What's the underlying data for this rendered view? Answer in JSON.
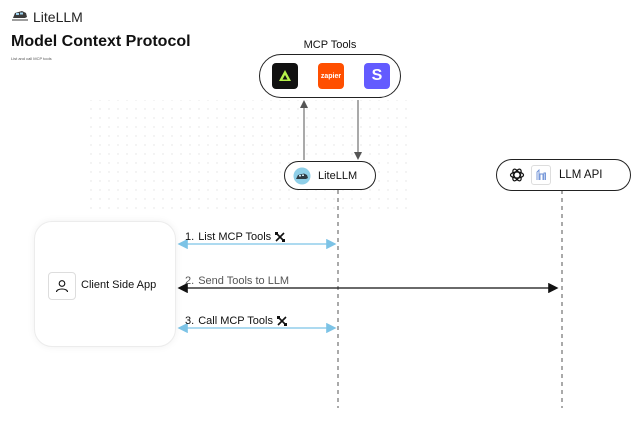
{
  "brand": {
    "name": "LiteLLM",
    "icon": "train-icon"
  },
  "header": {
    "title": "Model Context Protocol",
    "subtitle": "List and call MCP tools"
  },
  "mcp_tools": {
    "label": "MCP Tools",
    "icons": [
      "arcade-logo-icon",
      "zapier-logo-icon",
      "stripe-logo-icon"
    ],
    "zapier_text": "zapier",
    "stripe_text": "S"
  },
  "nodes": {
    "litellm": {
      "label": "LiteLLM",
      "icon": "litellm-logo-icon"
    },
    "llm_api": {
      "label": "LLM API",
      "icons": [
        "openai-logo-icon",
        "llama-logo-icon"
      ]
    },
    "client": {
      "label": "Client Side App",
      "icon": "user-icon"
    }
  },
  "messages": [
    {
      "step": "1.",
      "text": "List MCP Tools",
      "icon": "tools-icon",
      "color": "#7cc3e6"
    },
    {
      "step": "2.",
      "text": "Send Tools to LLM",
      "icon": "",
      "color": "#111111"
    },
    {
      "step": "3.",
      "text": "Call MCP Tools",
      "icon": "tools-icon",
      "color": "#7cc3e6"
    }
  ],
  "colors": {
    "accent_blue": "#7cc3e6",
    "zapier": "#ff4f00",
    "stripe": "#635bff",
    "arcade": "#111111"
  }
}
